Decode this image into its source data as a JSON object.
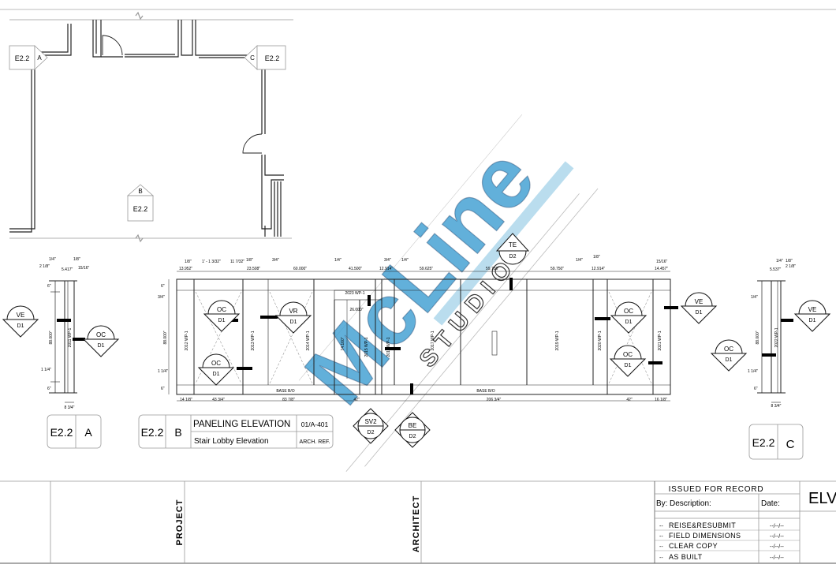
{
  "watermark": {
    "main": "McLine",
    "sub": "STUDIOS"
  },
  "tags": {
    "floor_a": {
      "sheet": "E2.2",
      "letter": "A"
    },
    "floor_c": {
      "sheet": "E2.2",
      "letter": "C"
    },
    "floor_b": {
      "sheet": "E2.2",
      "letter": "B"
    },
    "ve_left": {
      "top": "VE",
      "bottom": "D1"
    },
    "oc_left": {
      "top": "OC",
      "bottom": "D1"
    },
    "oc_b1": {
      "top": "OC",
      "bottom": "D1"
    },
    "oc_b2": {
      "top": "OC",
      "bottom": "D1"
    },
    "vr": {
      "top": "VR",
      "bottom": "D1"
    },
    "te": {
      "top": "TE",
      "bottom": "D2"
    },
    "oc_b3": {
      "top": "OC",
      "bottom": "D1"
    },
    "oc_b4": {
      "top": "OC",
      "bottom": "D1"
    },
    "ve_b": {
      "top": "VE",
      "bottom": "D1"
    },
    "oc_c": {
      "top": "OC",
      "bottom": "D1"
    },
    "ve_c": {
      "top": "VE",
      "bottom": "D1"
    },
    "sv2": {
      "top": "SV2",
      "bottom": "D2"
    },
    "be": {
      "top": "BE",
      "bottom": "D2"
    }
  },
  "elevation_a": {
    "dims_top": [
      "1/4\"",
      "1/8\"",
      "2 1/8\"",
      "5.417\"",
      "15/16\""
    ],
    "height": "88.000\"",
    "panel": "2011 WP-1",
    "left_small": [
      "6\"",
      "1 1/4\"",
      "6\""
    ],
    "bottom": "8 3/4\"",
    "title": {
      "sheet": "E2.2",
      "letter": "A"
    }
  },
  "elevation_b": {
    "dims_top": [
      "1/8\"",
      "1' - 1 3/32\"",
      "1/8\"",
      "3/4\"",
      "1/4\"",
      "3/4\"",
      "1/4\"",
      "1/4\"",
      "1/8\"",
      "15/16\""
    ],
    "dims_mid": [
      "13.952\"",
      "11 7/32\"",
      "23.508\"",
      "60.000\"",
      "41.500\"",
      "12.914\"",
      "59.625\"",
      "59.750\"",
      "59.750\"",
      "12.914\"",
      "14.457\""
    ],
    "height": "88.000\"",
    "inner_h": "74.160\"",
    "inner_w": "26.000\"",
    "wp_label": "2023 WP-1",
    "panels": [
      "2012 WP-1",
      "2013 WP-1",
      "2014 WP-1",
      "2015 WP-1",
      "2016 WP-1",
      "2017 WP-1",
      "2019 WP-1",
      "2020 WP-1",
      "2021 WP-1"
    ],
    "left_small": [
      "6\"",
      "3/4\"",
      "1 1/4\"",
      "6\""
    ],
    "base_left": "BASE B/O",
    "base_right": "BASE B/O",
    "dims_bottom": [
      "14 1/8\"",
      "43 3/4\"",
      "83 7/8\"",
      "42\"",
      "206 3/4\"",
      "42\"",
      "16 1/8\""
    ]
  },
  "elevation_c": {
    "dims_top": [
      "1/4\"",
      "1/8\"",
      "5.537\"",
      "2 1/8\""
    ],
    "height": "88.000\"",
    "panel": "2022 WP-1",
    "left_small": [
      "1/4\"",
      "1 1/4\"",
      "6\""
    ],
    "bottom": "8 3/4\"",
    "title": {
      "sheet": "E2.2",
      "letter": "C"
    }
  },
  "title_b": {
    "sheet": "E2.2",
    "letter": "B",
    "name": "PANELING ELEVATION",
    "subtitle": "Stair Lobby Elevation",
    "ref": "01/A-401",
    "ref_label": "ARCH. REF."
  },
  "title_block": {
    "project_label": "PROJECT",
    "architect_label": "ARCHITECT",
    "issued_heading": "ISSUED FOR RECORD",
    "col_by": "By:",
    "col_desc": "Description:",
    "col_date": "Date:",
    "rows": [
      {
        "by": "--",
        "desc": "REISE&RESUBMIT",
        "date": "--/--/--"
      },
      {
        "by": "--",
        "desc": "FIELD DIMENSIONS",
        "date": "--/--/--"
      },
      {
        "by": "--",
        "desc": "CLEAR COPY",
        "date": "--/--/--"
      },
      {
        "by": "--",
        "desc": "AS BUILT",
        "date": "--/--/--"
      }
    ],
    "sheet_title": "ELV"
  }
}
